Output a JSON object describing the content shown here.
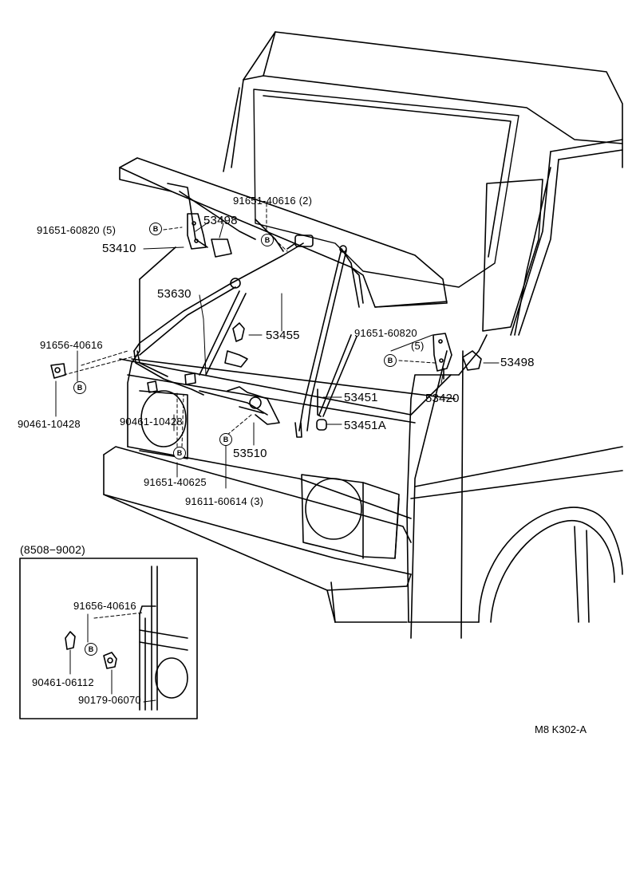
{
  "diagram_code": "M8 K302-A",
  "inset_title": "(8508−9002)",
  "bolt_mark": "B",
  "parts": {
    "p_91651_40616": "91651-40616 (2)",
    "p_91651_60820_left": "91651-60820 (5)",
    "p_53498_left": "53498",
    "p_53410": "53410",
    "p_53630": "53630",
    "p_53455": "53455",
    "p_91656_40616": "91656-40616",
    "p_90461_10428_left": "90461-10428",
    "p_90461_10428_mid": "90461-10428",
    "p_91651_40625": "91651-40625",
    "p_91611_60614": "91611-60614 (3)",
    "p_53510": "53510",
    "p_53451": "53451",
    "p_53451A": "53451A",
    "p_91651_60820_right": "91651-60820",
    "p_5_right": "(5)",
    "p_53420": "53420",
    "p_53498_right": "53498",
    "inset_91656_40616": "91656-40616",
    "inset_90461_06112": "90461-06112",
    "inset_90179_06070": "90179-06070"
  }
}
